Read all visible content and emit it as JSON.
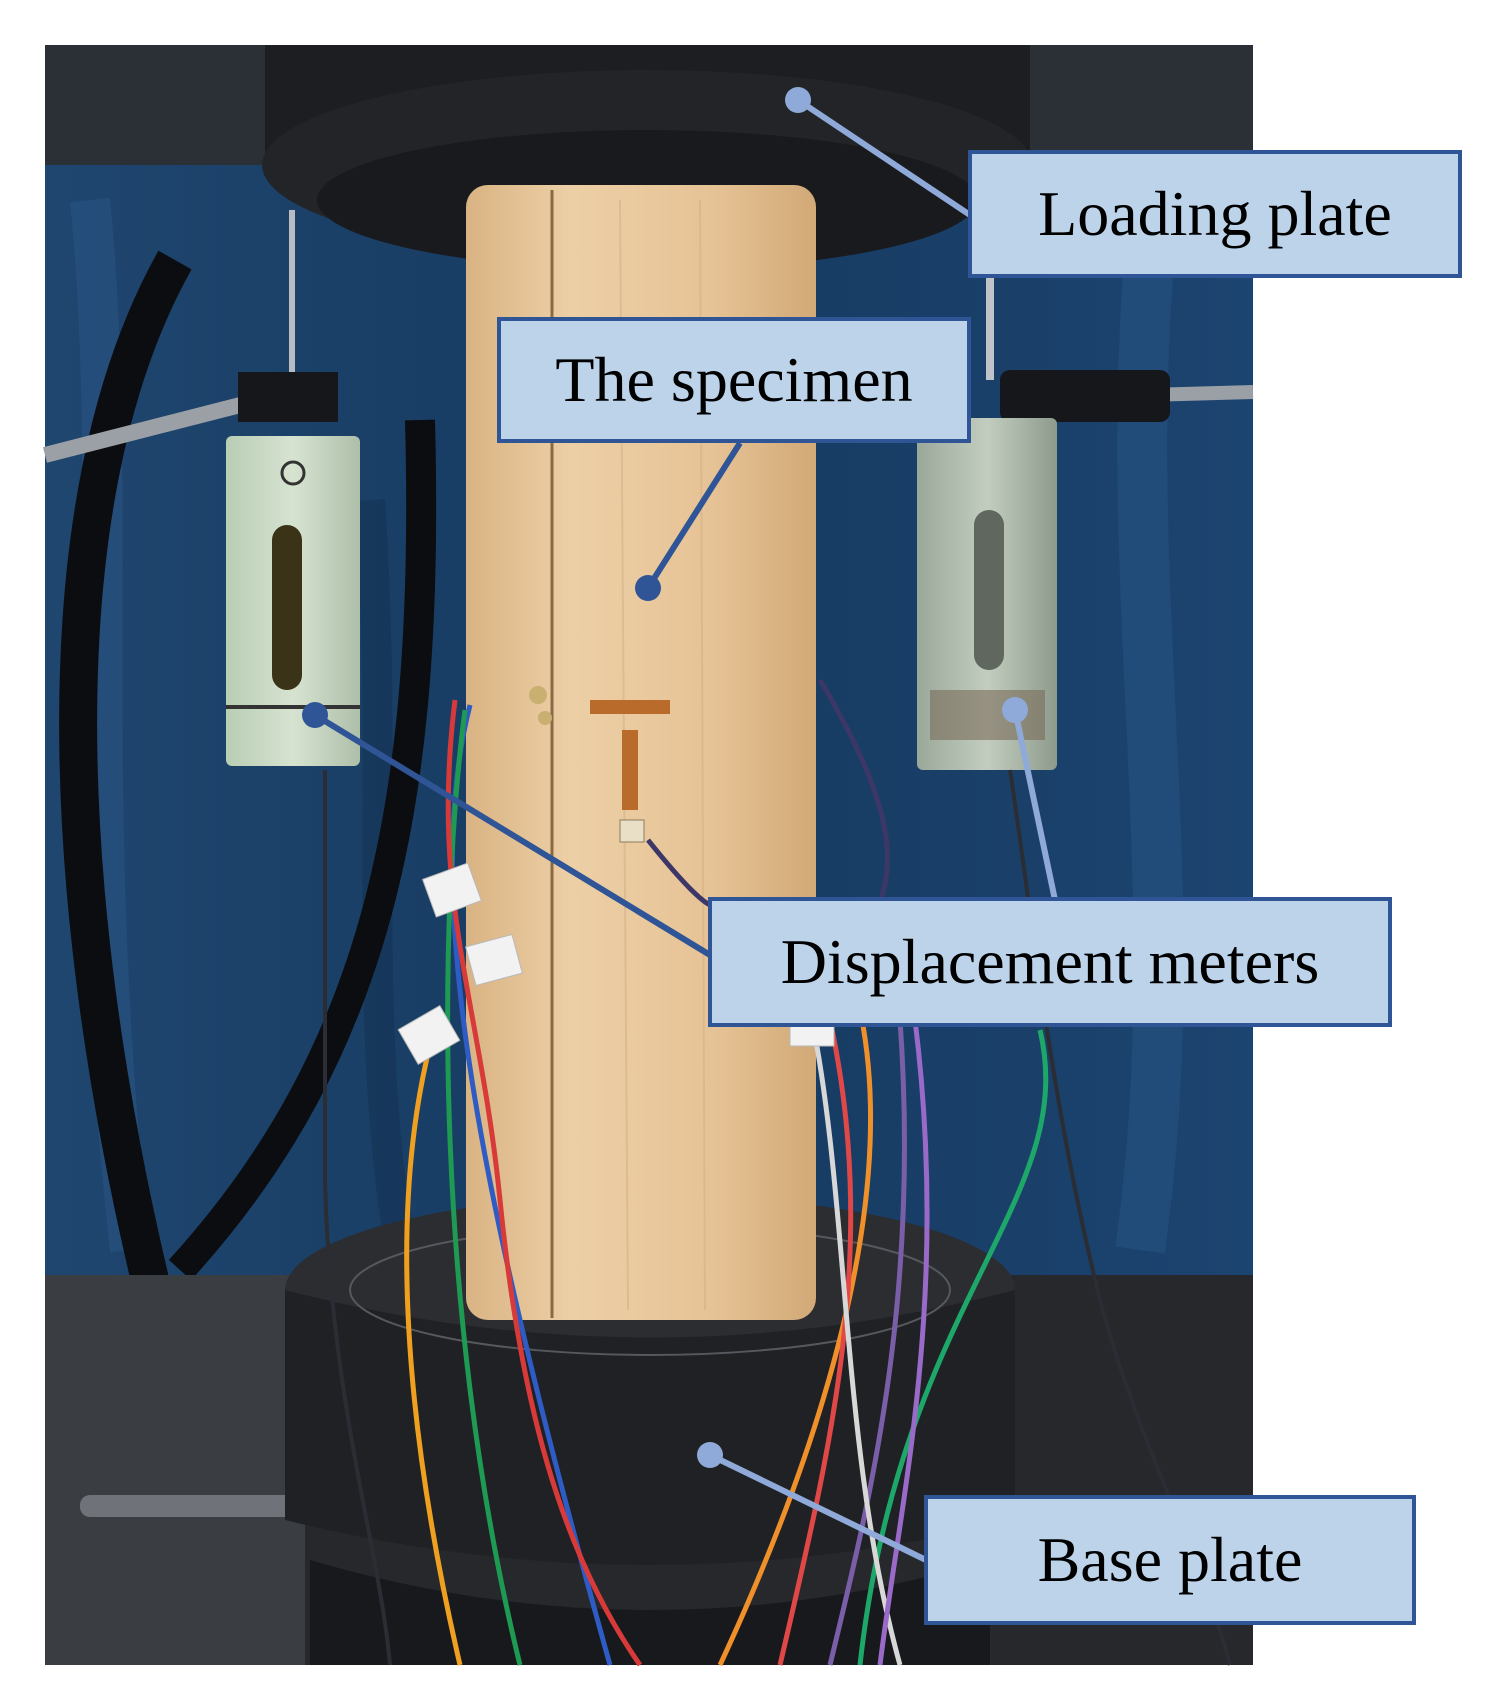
{
  "colors": {
    "label_fill": "#bcd3ea",
    "label_border": "#2f5597",
    "leader_line": "#2f5597",
    "leader_line_light": "#8fa9d9",
    "background_curtain": "#1b3f66",
    "specimen_wood": "#e7c59a",
    "plates": "#1f2124"
  },
  "labels": {
    "loading_plate": "Loading plate",
    "specimen": "The specimen",
    "displacement_meters": "Displacement meters",
    "base_plate": "Base plate"
  },
  "icons": [
    "leader-dot-icon"
  ]
}
